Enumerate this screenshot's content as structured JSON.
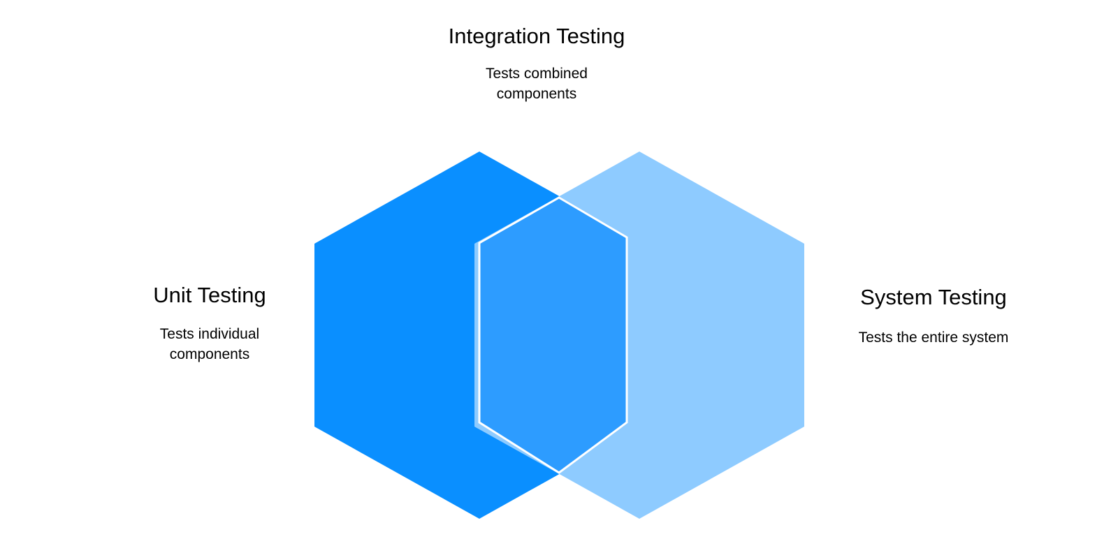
{
  "diagram": {
    "type": "venn",
    "shape": "hexagon",
    "background_color": "#ffffff",
    "sets": [
      {
        "id": "unit",
        "title": "Unit Testing",
        "description_lines": [
          "Tests individual",
          "components"
        ],
        "description": "Tests individual components",
        "fill_color": "#0a8fff",
        "position": "left"
      },
      {
        "id": "system",
        "title": "System Testing",
        "description_lines": [
          "Tests the entire system"
        ],
        "description": "Tests the entire system",
        "fill_color": "#8ecbff",
        "position": "right"
      }
    ],
    "intersection": {
      "id": "integration",
      "title": "Integration Testing",
      "description_lines": [
        "Tests combined",
        "components"
      ],
      "description": "Tests combined components",
      "fill_color": "#2d9cff",
      "stroke_color": "#ffffff",
      "position": "top-center"
    }
  },
  "chart_data": {
    "type": "diagram",
    "subtype": "venn-2-set-hexagon",
    "title": "",
    "categories": [
      "Unit Testing",
      "Integration Testing",
      "System Testing"
    ],
    "regions": [
      {
        "name": "Unit Testing",
        "role": "left-set",
        "label": "Unit Testing",
        "sublabel": "Tests individual components",
        "color": "#0a8fff"
      },
      {
        "name": "Integration Testing",
        "role": "intersection",
        "label": "Integration Testing",
        "sublabel": "Tests combined components",
        "color": "#2d9cff"
      },
      {
        "name": "System Testing",
        "role": "right-set",
        "label": "System Testing",
        "sublabel": "Tests the entire system",
        "color": "#8ecbff"
      }
    ],
    "legend": "none",
    "grid": false
  }
}
